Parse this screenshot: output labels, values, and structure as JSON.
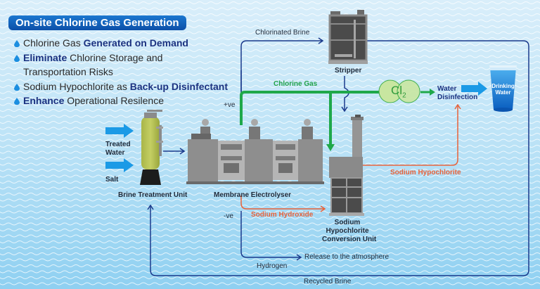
{
  "title": "On-site Chlorine Gas Generation",
  "bullets": [
    {
      "normal_before": "Chlorine Gas ",
      "bold": "Generated on Demand",
      "normal_after": ""
    },
    {
      "normal_before": "",
      "bold": "Eliminate",
      "normal_after": " Chlorine Storage and"
    },
    {
      "continuation": "Transportation Risks"
    },
    {
      "normal_before": "Sodium Hypochlorite as ",
      "bold": "Back-up Disinfectant",
      "normal_after": ""
    },
    {
      "normal_before": "",
      "bold": "Enhance",
      "normal_after": " Operational Resilence"
    }
  ],
  "inputs": {
    "treated_water": "Treated\nWater",
    "treated_water_l1": "Treated",
    "treated_water_l2": "Water",
    "salt": "Salt"
  },
  "units": {
    "brine_treatment": "Brine Treatment Unit",
    "electrolyser": "Membrane Electrolyser",
    "stripper": "Stripper",
    "conversion_l1": "Sodium",
    "conversion_l2": "Hypochlorite",
    "conversion_l3": "Conversion Unit",
    "drinking_l1": "Drinking",
    "drinking_l2": "Water"
  },
  "flows": {
    "chlorinated_brine": "Chlorinated Brine",
    "chlorine_gas": "Chlorine Gas",
    "positive": "+ve",
    "negative": "-ve",
    "sodium_hydroxide": "Sodium Hydroxide",
    "sodium_hypochlorite": "Sodium Hypochlorite",
    "hydrogen": "Hydrogen",
    "release": "Release to the atmosphere",
    "recycled_brine": "Recycled Brine",
    "water_disinfection_l1": "Water",
    "water_disinfection_l2": "Disinfection",
    "cl2_symbol": "Cl",
    "cl2_subscript": "2"
  },
  "colors": {
    "navy_line": "#1b3a8c",
    "green_line": "#1fa84a",
    "orange_line": "#e8623a",
    "title_bg": "#1460bb",
    "accent_blue": "#1b90e0",
    "cl2_fill": "#c8e6a0"
  }
}
